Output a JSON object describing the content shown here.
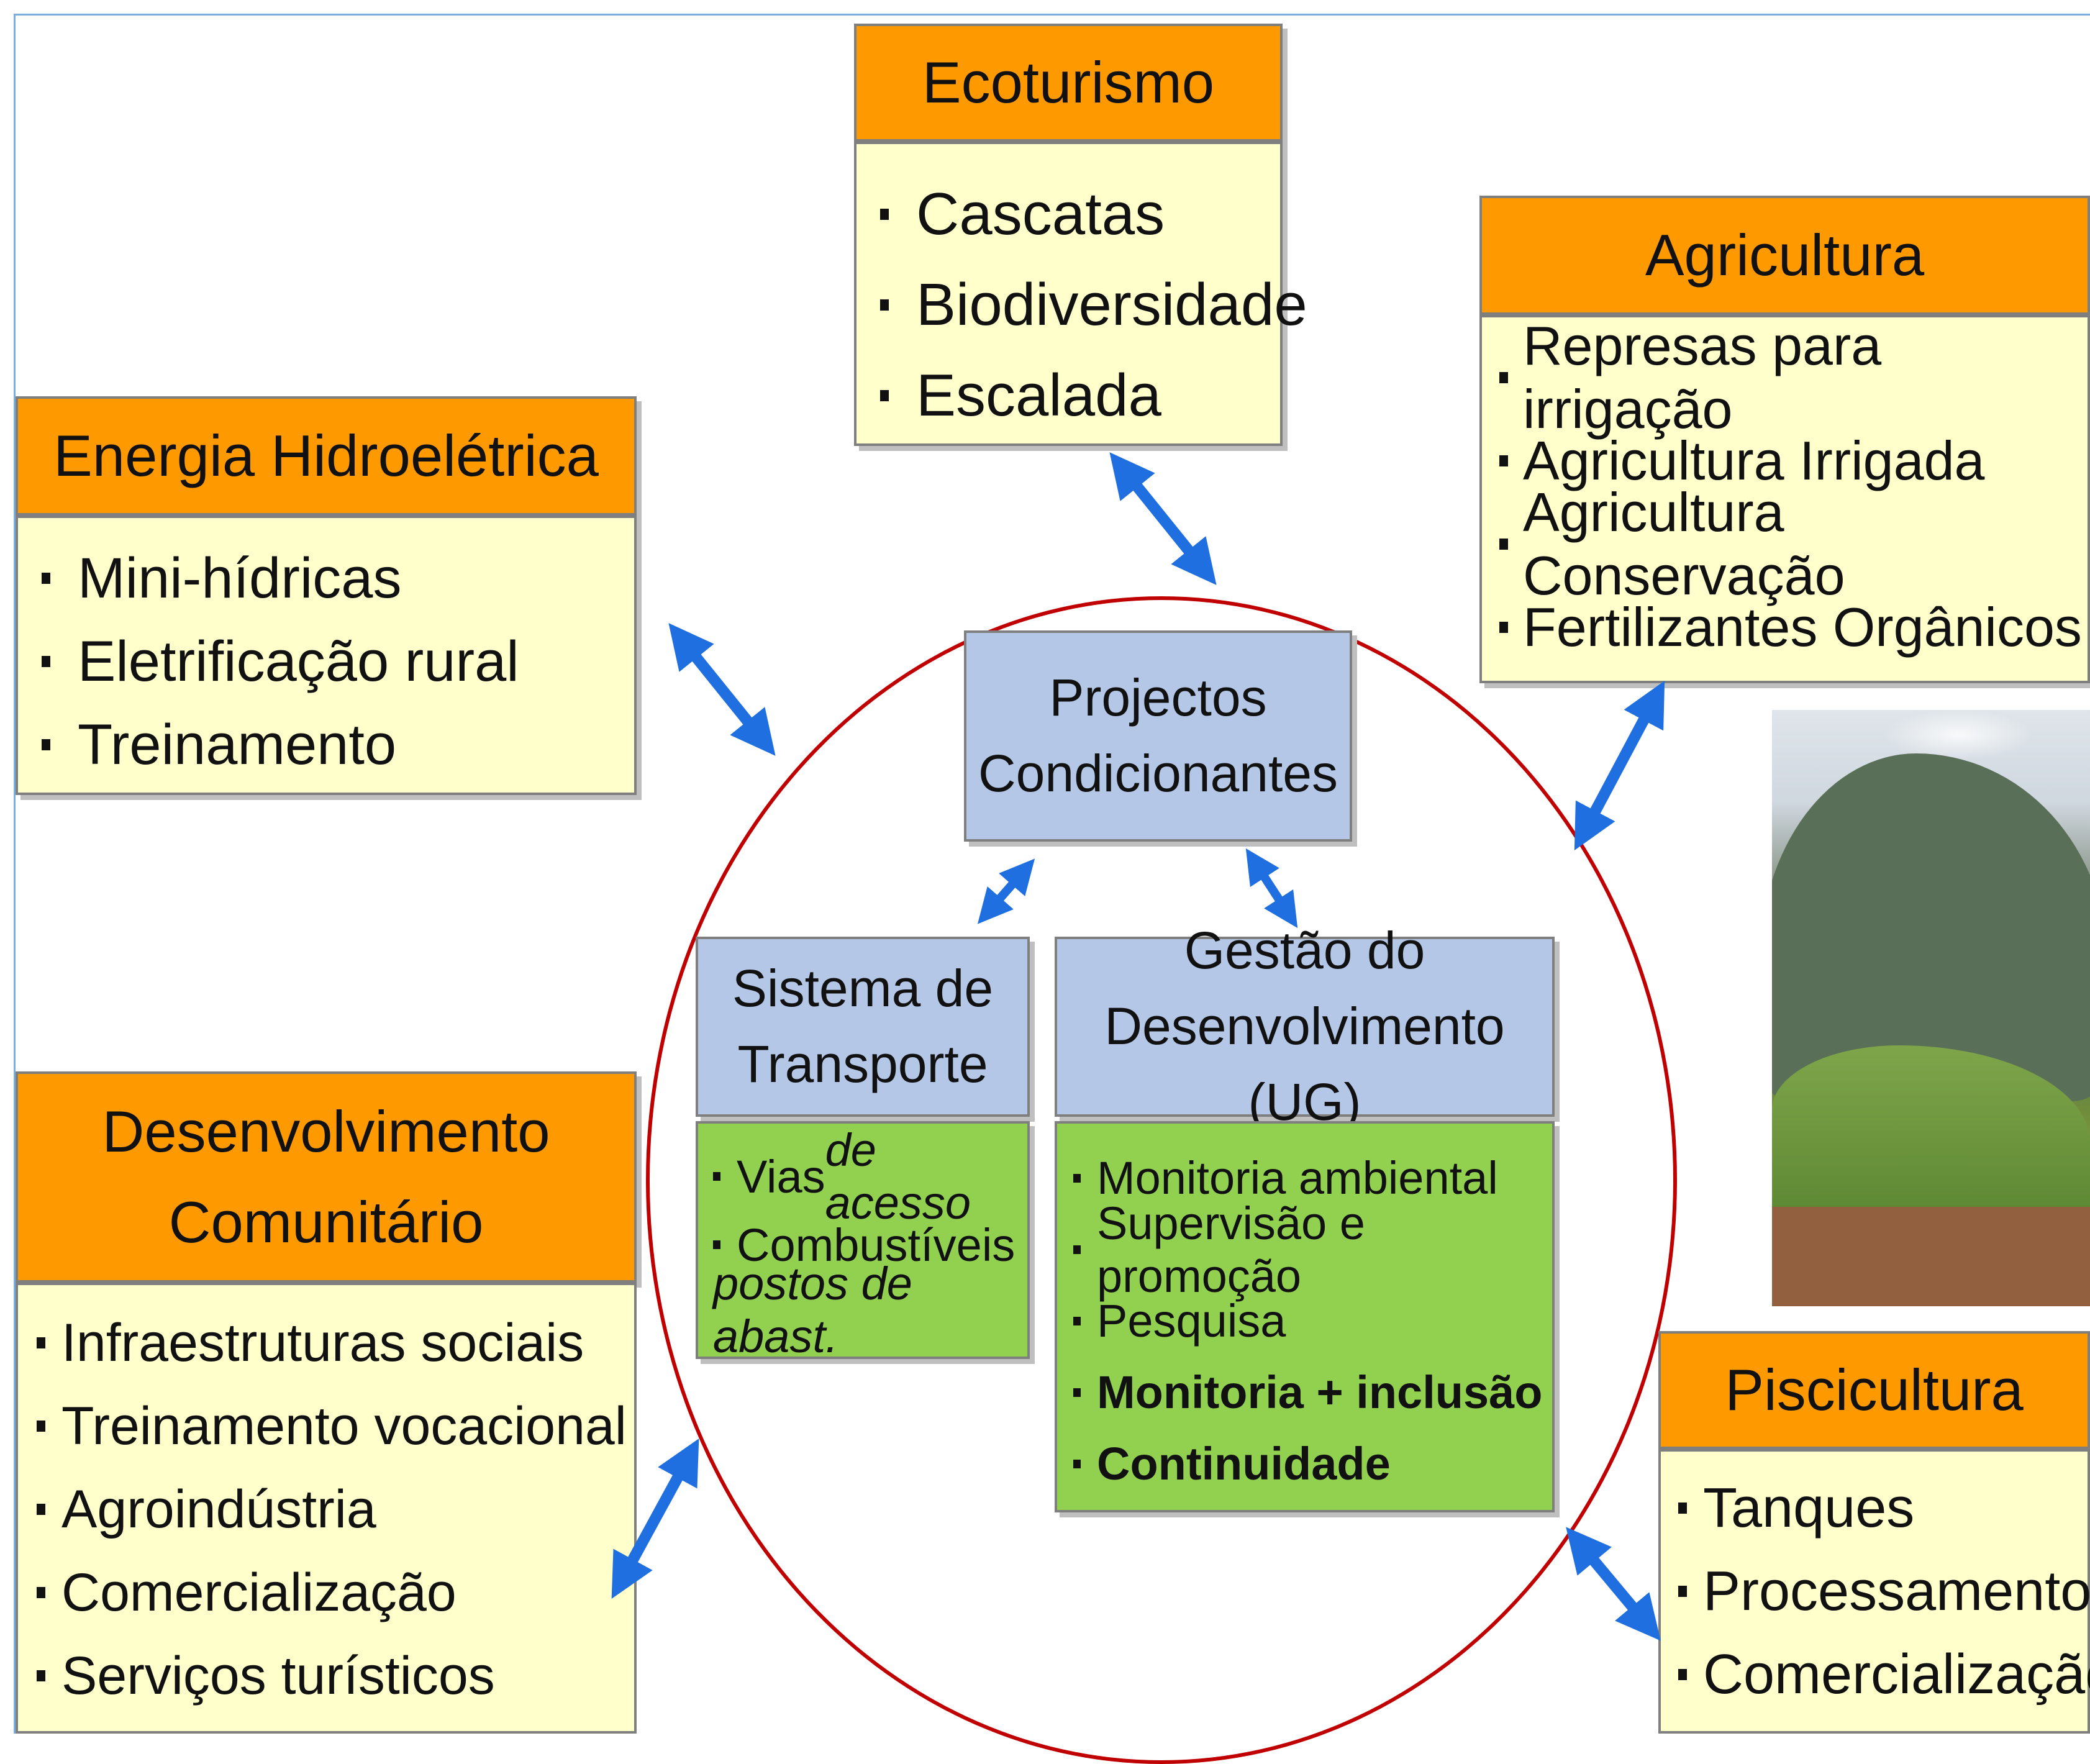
{
  "ecoturismo": {
    "title": "Ecoturismo",
    "items": [
      "Cascatas",
      "Biodiversidade",
      "Escalada"
    ]
  },
  "agricultura": {
    "title": "Agricultura",
    "items": [
      "Represas para irrigação",
      "Agricultura Irrigada",
      "Agricultura Conservação",
      "Fertilizantes Orgânicos"
    ]
  },
  "energia": {
    "title": "Energia Hidroelétrica",
    "items": [
      "Mini-hídricas",
      "Eletrificação rural",
      "Treinamento"
    ]
  },
  "comunitario": {
    "title_line1": "Desenvolvimento",
    "title_line2": "Comunitário",
    "items": [
      "Infraestruturas sociais",
      "Treinamento vocacional",
      "Agroindústria",
      "Comercialização",
      "Serviços turísticos"
    ]
  },
  "piscicultura": {
    "title": "Piscicultura",
    "items": [
      "Tanques",
      "Processamento",
      "Comercialização"
    ]
  },
  "projectos": {
    "line1": "Projectos",
    "line2": "Condicionantes"
  },
  "transporte": {
    "line1": "Sistema de",
    "line2": "Transporte",
    "item1_a": "Vias ",
    "item1_b": "de acesso",
    "item2": "Combustíveis",
    "item2_sub": "postos de abast."
  },
  "gestao": {
    "line1": "Gestão do",
    "line2": "Desenvolvimento (UG)",
    "items": [
      "Monitoria ambiental",
      "Supervisão e promoção",
      "Pesquisa"
    ],
    "bold_items": [
      "Monitoria + inclusão",
      "Continuidade"
    ]
  },
  "colors": {
    "orange": "#ff9900",
    "cream": "#ffffcc",
    "blue_box": "#b4c7e7",
    "green_box": "#92d050",
    "circle": "#c00000",
    "arrow": "#1f6fe0"
  }
}
